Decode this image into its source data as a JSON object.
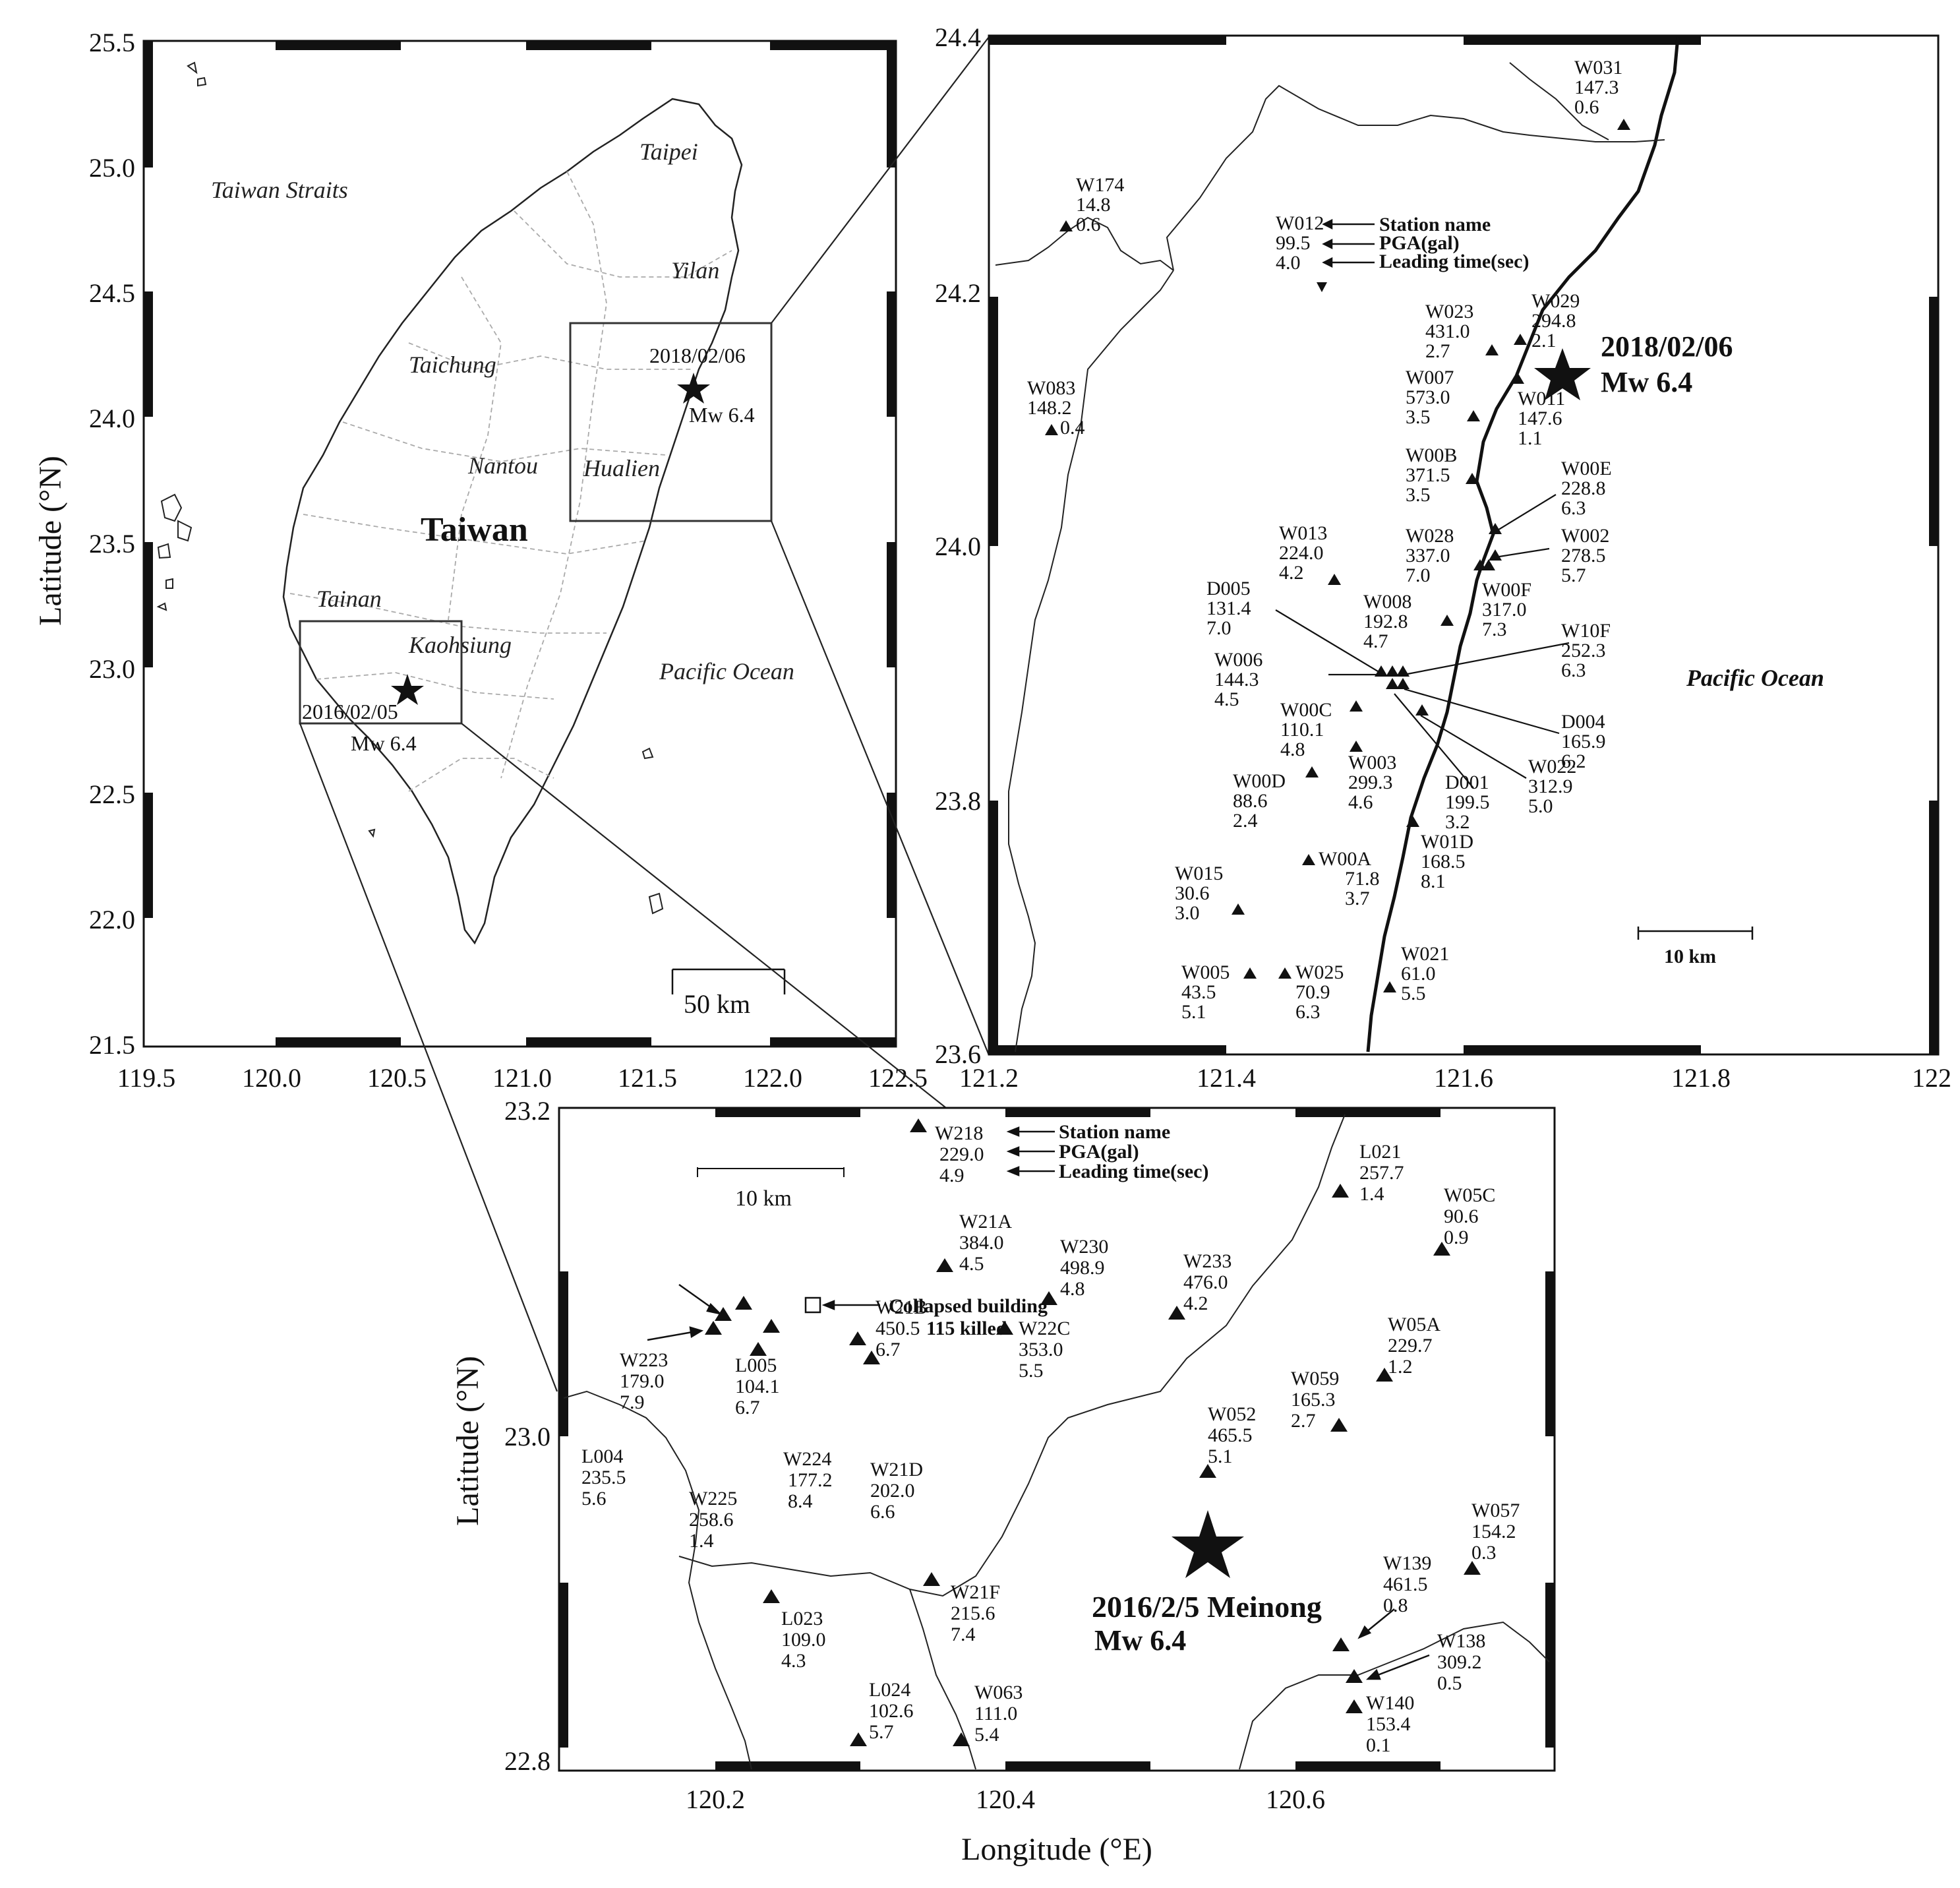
{
  "colors": {
    "ink": "#111111",
    "coast": "#222222",
    "county": "#aaaaaa"
  },
  "overview": {
    "lon_ticks": [
      "119.5",
      "120.0",
      "120.5",
      "121.0",
      "121.5",
      "122.0",
      "122.5"
    ],
    "lat_ticks": [
      "25.5",
      "25.0",
      "24.5",
      "24.0",
      "23.5",
      "23.0",
      "22.5",
      "22.0",
      "21.5"
    ],
    "y_axis_title": "Latitude (°N)",
    "places": {
      "taiwan_straits": "Taiwan Straits",
      "taipei": "Taipei",
      "yilan": "Yilan",
      "taichung": "Taichung",
      "nantou": "Nantou",
      "hualien": "Hualien",
      "tainan": "Tainan",
      "kaohsiung": "Kaohsiung",
      "pacific": "Pacific Ocean",
      "taiwan": "Taiwan"
    },
    "event_north": {
      "date": "2018/02/06",
      "mag": "Mw 6.4"
    },
    "event_south": {
      "date": "2016/02/05",
      "mag": "Mw 6.4"
    },
    "scalebar": "50 km"
  },
  "hualien_map": {
    "lon_ticks": [
      "121.2",
      "121.4",
      "121.6",
      "121.8",
      "122"
    ],
    "lat_ticks": [
      "24.4",
      "24.2",
      "24.0",
      "23.8",
      "23.6"
    ],
    "event_date": "2018/02/06",
    "event_mag": "Mw 6.4",
    "ocean": "Pacific Ocean",
    "scalebar": "10 km",
    "legend": {
      "name": "Station name",
      "pga": "PGA(gal)",
      "lead": "Leading time(sec)"
    },
    "legend_example": {
      "name": "W012",
      "pga": "99.5",
      "lead": "4.0"
    },
    "stations": [
      {
        "name": "W031",
        "pga": "147.3",
        "lead": "0.6"
      },
      {
        "name": "W174",
        "pga": "14.8",
        "lead": "0.6"
      },
      {
        "name": "W083",
        "pga": "148.2",
        "lead": "0.4"
      },
      {
        "name": "W023",
        "pga": "431.0",
        "lead": "2.7"
      },
      {
        "name": "W029",
        "pga": "294.8",
        "lead": "2.1"
      },
      {
        "name": "W007",
        "pga": "573.0",
        "lead": "3.5"
      },
      {
        "name": "W011",
        "pga": "147.6",
        "lead": "1.1"
      },
      {
        "name": "W00B",
        "pga": "371.5",
        "lead": "3.5"
      },
      {
        "name": "W00E",
        "pga": "228.8",
        "lead": "6.3"
      },
      {
        "name": "W013",
        "pga": "224.0",
        "lead": "4.2"
      },
      {
        "name": "W028",
        "pga": "337.0",
        "lead": "7.0"
      },
      {
        "name": "W002",
        "pga": "278.5",
        "lead": "5.7"
      },
      {
        "name": "D005",
        "pga": "131.4",
        "lead": "7.0"
      },
      {
        "name": "W008",
        "pga": "192.8",
        "lead": "4.7"
      },
      {
        "name": "W00F",
        "pga": "317.0",
        "lead": "7.3"
      },
      {
        "name": "W10F",
        "pga": "252.3",
        "lead": "6.3"
      },
      {
        "name": "W006",
        "pga": "144.3",
        "lead": "4.5"
      },
      {
        "name": "D004",
        "pga": "165.9",
        "lead": "6.2"
      },
      {
        "name": "W00C",
        "pga": "110.1",
        "lead": "4.8"
      },
      {
        "name": "W022",
        "pga": "312.9",
        "lead": "5.0"
      },
      {
        "name": "W003",
        "pga": "299.3",
        "lead": "4.6"
      },
      {
        "name": "D001",
        "pga": "199.5",
        "lead": "3.2"
      },
      {
        "name": "W00D",
        "pga": "88.6",
        "lead": "2.4"
      },
      {
        "name": "W01D",
        "pga": "168.5",
        "lead": "8.1"
      },
      {
        "name": "W00A",
        "pga": "71.8",
        "lead": "3.7"
      },
      {
        "name": "W015",
        "pga": "30.6",
        "lead": "3.0"
      },
      {
        "name": "W021",
        "pga": "61.0",
        "lead": "5.5"
      },
      {
        "name": "W005",
        "pga": "43.5",
        "lead": "5.1"
      },
      {
        "name": "W025",
        "pga": "70.9",
        "lead": "6.3"
      }
    ]
  },
  "meinong_map": {
    "lon_ticks": [
      "120.2",
      "120.4",
      "120.6"
    ],
    "lat_ticks": [
      "23.2",
      "23.0",
      "22.8"
    ],
    "x_axis_title": "Longitude (°E)",
    "y_axis_title": "Latitude (°N)",
    "event_name": "2016/2/5  Meinong",
    "event_mag": "Mw 6.4",
    "scalebar": "10 km",
    "collapsed_1": "Collapsed building",
    "collapsed_2": "115 killed",
    "legend": {
      "name": "Station name",
      "pga": "PGA(gal)",
      "lead": "Leading time(sec)"
    },
    "stations": [
      {
        "name": "W218",
        "pga": "229.0",
        "lead": "4.9"
      },
      {
        "name": "L021",
        "pga": "257.7",
        "lead": "1.4"
      },
      {
        "name": "W05C",
        "pga": "90.6",
        "lead": "0.9"
      },
      {
        "name": "W21A",
        "pga": "384.0",
        "lead": "4.5"
      },
      {
        "name": "W230",
        "pga": "498.9",
        "lead": "4.8"
      },
      {
        "name": "W233",
        "pga": "476.0",
        "lead": "4.2"
      },
      {
        "name": "W21B",
        "pga": "450.5",
        "lead": "6.7"
      },
      {
        "name": "W22C",
        "pga": "353.0",
        "lead": "5.5"
      },
      {
        "name": "W05A",
        "pga": "229.7",
        "lead": "1.2"
      },
      {
        "name": "W223",
        "pga": "179.0",
        "lead": "7.9"
      },
      {
        "name": "L005",
        "pga": "104.1",
        "lead": "6.7"
      },
      {
        "name": "W059",
        "pga": "165.3",
        "lead": "2.7"
      },
      {
        "name": "W052",
        "pga": "465.5",
        "lead": "5.1"
      },
      {
        "name": "L004",
        "pga": "235.5",
        "lead": "5.6"
      },
      {
        "name": "W224",
        "pga": "177.2",
        "lead": "8.4"
      },
      {
        "name": "W21D",
        "pga": "202.0",
        "lead": "6.6"
      },
      {
        "name": "W225",
        "pga": "258.6",
        "lead": "1.4"
      },
      {
        "name": "W057",
        "pga": "154.2",
        "lead": "0.3"
      },
      {
        "name": "W139",
        "pga": "461.5",
        "lead": "0.8"
      },
      {
        "name": "W21F",
        "pga": "215.6",
        "lead": "7.4"
      },
      {
        "name": "L023",
        "pga": "109.0",
        "lead": "4.3"
      },
      {
        "name": "W138",
        "pga": "309.2",
        "lead": "0.5"
      },
      {
        "name": "L024",
        "pga": "102.6",
        "lead": "5.7"
      },
      {
        "name": "W063",
        "pga": "111.0",
        "lead": "5.4"
      },
      {
        "name": "W140",
        "pga": "153.4",
        "lead": "0.1"
      }
    ]
  }
}
